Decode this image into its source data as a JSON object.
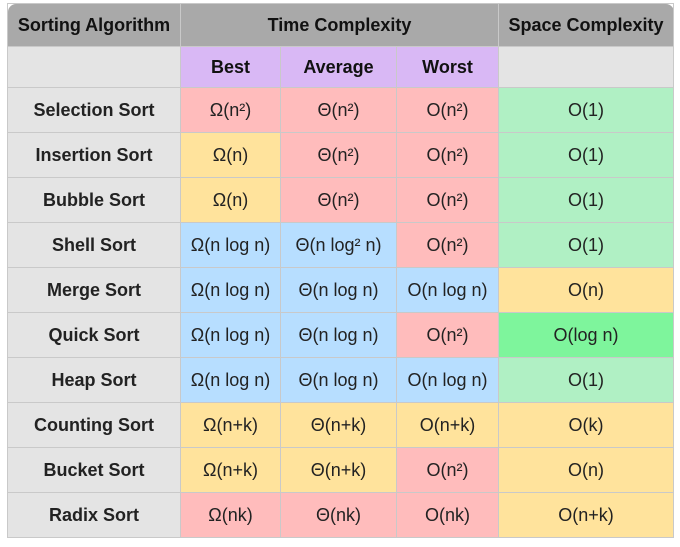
{
  "header": {
    "algorithm": "Sorting Algorithm",
    "time": "Time Complexity",
    "space": "Space Complexity",
    "best": "Best",
    "average": "Average",
    "worst": "Worst"
  },
  "rows": [
    {
      "name": "Selection Sort",
      "best": "Ω(n²)",
      "avg": "Θ(n²)",
      "worst": "O(n²)",
      "space": "O(1)"
    },
    {
      "name": "Insertion Sort",
      "best": "Ω(n)",
      "avg": "Θ(n²)",
      "worst": "O(n²)",
      "space": "O(1)"
    },
    {
      "name": "Bubble Sort",
      "best": "Ω(n)",
      "avg": "Θ(n²)",
      "worst": "O(n²)",
      "space": "O(1)"
    },
    {
      "name": "Shell Sort",
      "best": "Ω(n log n)",
      "avg": "Θ(n log² n)",
      "worst": "O(n²)",
      "space": "O(1)"
    },
    {
      "name": "Merge Sort",
      "best": "Ω(n log n)",
      "avg": "Θ(n log n)",
      "worst": "O(n log n)",
      "space": "O(n)"
    },
    {
      "name": "Quick Sort",
      "best": "Ω(n log n)",
      "avg": "Θ(n log n)",
      "worst": "O(n²)",
      "space": "O(log n)"
    },
    {
      "name": "Heap Sort",
      "best": "Ω(n log n)",
      "avg": "Θ(n log n)",
      "worst": "O(n log n)",
      "space": "O(1)"
    },
    {
      "name": "Counting Sort",
      "best": "Ω(n+k)",
      "avg": "Θ(n+k)",
      "worst": "O(n+k)",
      "space": "O(k)"
    },
    {
      "name": "Bucket Sort",
      "best": "Ω(n+k)",
      "avg": "Θ(n+k)",
      "worst": "O(n²)",
      "space": "O(n)"
    },
    {
      "name": "Radix Sort",
      "best": "Ω(nk)",
      "avg": "Θ(nk)",
      "worst": "O(nk)",
      "space": "O(n+k)"
    }
  ],
  "colors": {
    "header": "#a9a9a9",
    "subheader": "#d9b8f5",
    "name_cell": "#e4e4e4",
    "red": "#ffbcbc",
    "yellow": "#ffe39c",
    "blue": "#b7deff",
    "green": "#b0f0c4",
    "bright_green": "#7ef59c"
  }
}
